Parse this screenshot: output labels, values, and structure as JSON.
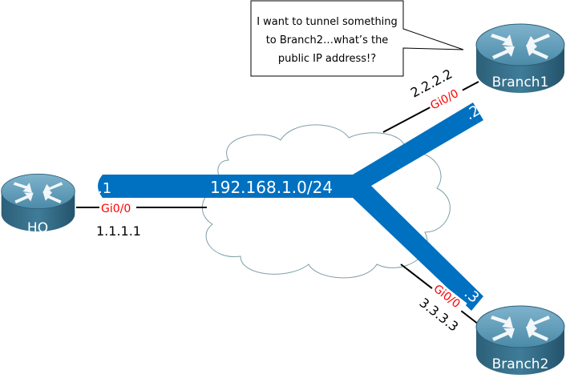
{
  "network": {
    "subnet": "192.168.1.0/24",
    "routers": [
      {
        "name": "HQ",
        "host_id": ".1",
        "interface": "Gi0/0",
        "public_ip": "1.1.1.1"
      },
      {
        "name": "Branch1",
        "host_id": ".2",
        "interface": "Gi0/0",
        "public_ip": "2.2.2.2"
      },
      {
        "name": "Branch2",
        "host_id": ".3",
        "interface": "Gi0/0",
        "public_ip": "3.3.3.3"
      }
    ]
  },
  "callout": {
    "lines": [
      "I want to tunnel something",
      "to Branch2…what’s the",
      "public IP address!?"
    ]
  },
  "colors": {
    "network_band": "#0070c0",
    "interface_label": "#ff0000",
    "router": "#3b7a97"
  }
}
